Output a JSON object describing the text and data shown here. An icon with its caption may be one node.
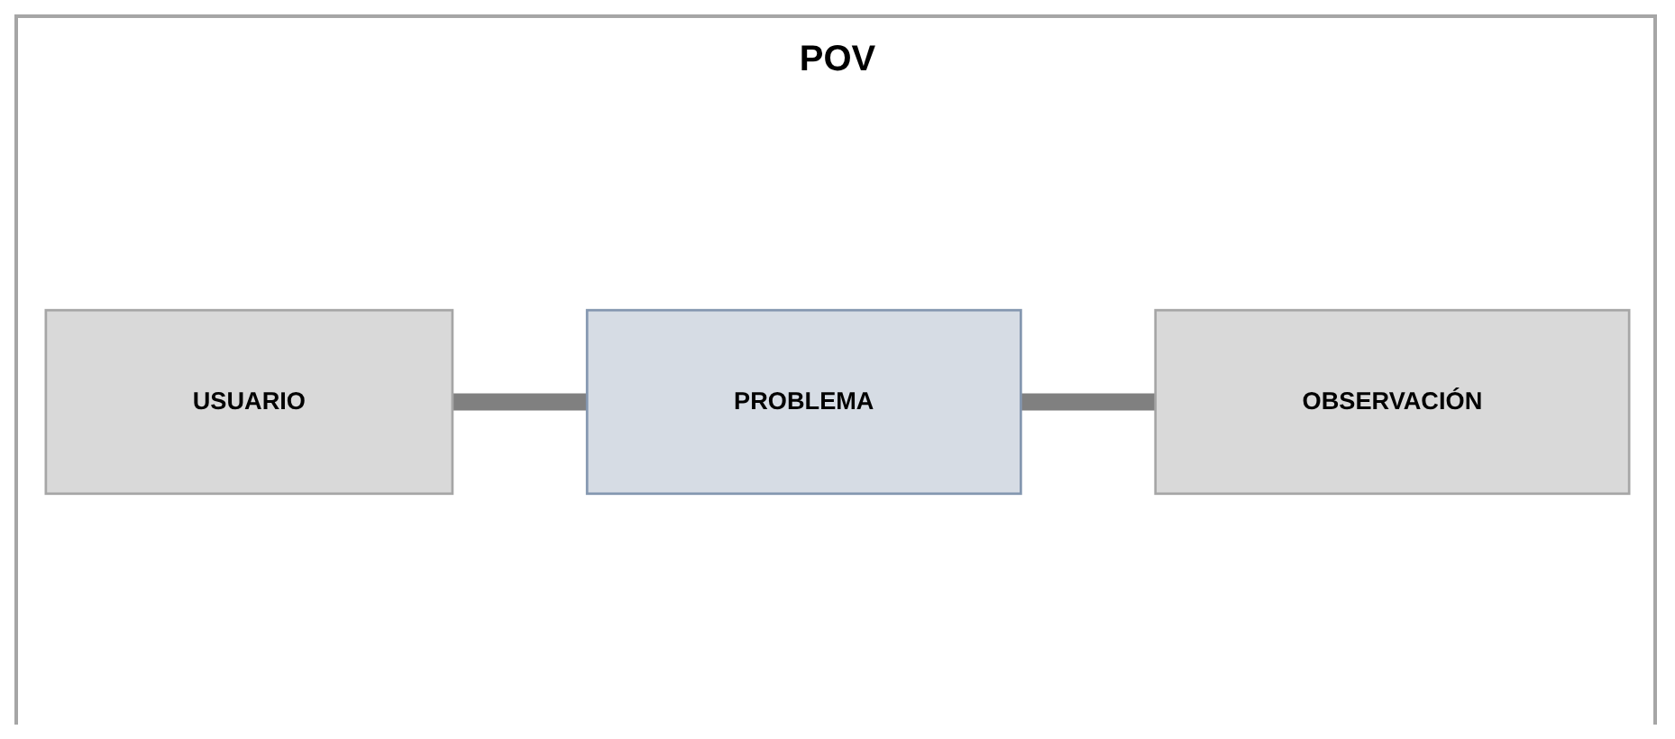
{
  "diagram": {
    "title": "POV",
    "nodes": [
      {
        "text": [
          "USUARIO"
        ]
      },
      {
        "text": [
          "PROBLEMA"
        ]
      },
      {
        "text": [
          "OBSERVACIÓN"
        ]
      }
    ],
    "edges": [
      {
        "from": 0,
        "to": 1,
        "arrow": "none"
      },
      {
        "from": 1,
        "to": 2,
        "arrow": "none"
      }
    ]
  }
}
